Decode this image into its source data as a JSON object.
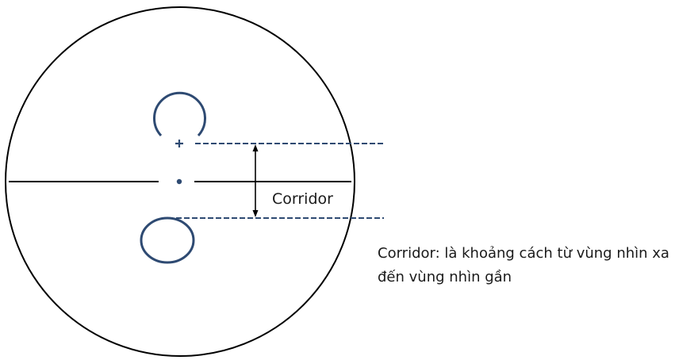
{
  "diagram": {
    "corridor_label": "Corridor",
    "note_line1": "Corridor: là khoảng cách từ vùng nhìn xa",
    "note_line2": "đến vùng nhìn gần",
    "colors": {
      "outline": "#000000",
      "marker": "#2e4a72",
      "text": "#1a1a1a"
    }
  }
}
